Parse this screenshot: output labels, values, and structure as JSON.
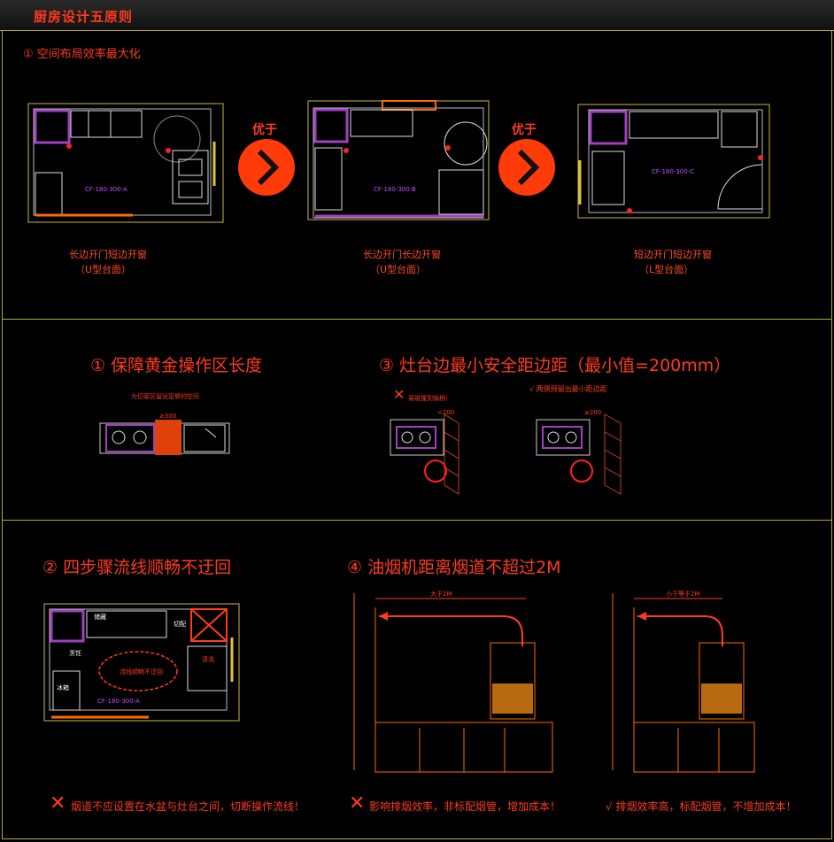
{
  "header": {
    "title": "厨房设计五原则"
  },
  "section1": {
    "title": "① 空间布局效率最大化",
    "prefer_label": "优于",
    "plans": [
      {
        "code": "CF-180-300-A",
        "caption_line1": "长边开门短边开窗",
        "caption_line2": "（U型台面）"
      },
      {
        "code": "CF-180-300-B",
        "caption_line1": "长边开门长边开窗",
        "caption_line2": "（U型台面）"
      },
      {
        "code": "CF-180-300-C",
        "caption_line1": "短边开门短边开窗",
        "caption_line2": "（L型台面）"
      }
    ]
  },
  "section2": {
    "left_title": "① 保障黄金操作区长度",
    "left_note": "为切菜区留出足够的空间",
    "left_dim": "≥300",
    "right_title": "③ 灶台边最小安全距边距（最小值=200mm）",
    "wrong_note": "易碰撞到锅柄！",
    "right_note": "√ 两侧预留出最小距边距",
    "dim_wrong": "<200",
    "dim_right": "≥200"
  },
  "section3": {
    "left_title": "② 四步骤流线顺畅不迂回",
    "flow_text": "流线顺畅不迂回",
    "plan_code": "CF-180-300-A",
    "labels": {
      "store": "储藏",
      "wash": "清洗",
      "fridge": "冰箱",
      "cut": "切配",
      "cook": "烹饪"
    },
    "right_title": "④ 油烟机距离烟道不超过2M",
    "dim_left": "大于2M",
    "dim_right": "小于等于2M",
    "bottom_left": "烟道不应设置在水盆与灶台之间，切断操作流线！",
    "bottom_mid": "影响排烟效率，非标配烟管，增加成本！",
    "bottom_right": "√ 排烟效率高，标配烟管，不增加成本！"
  }
}
